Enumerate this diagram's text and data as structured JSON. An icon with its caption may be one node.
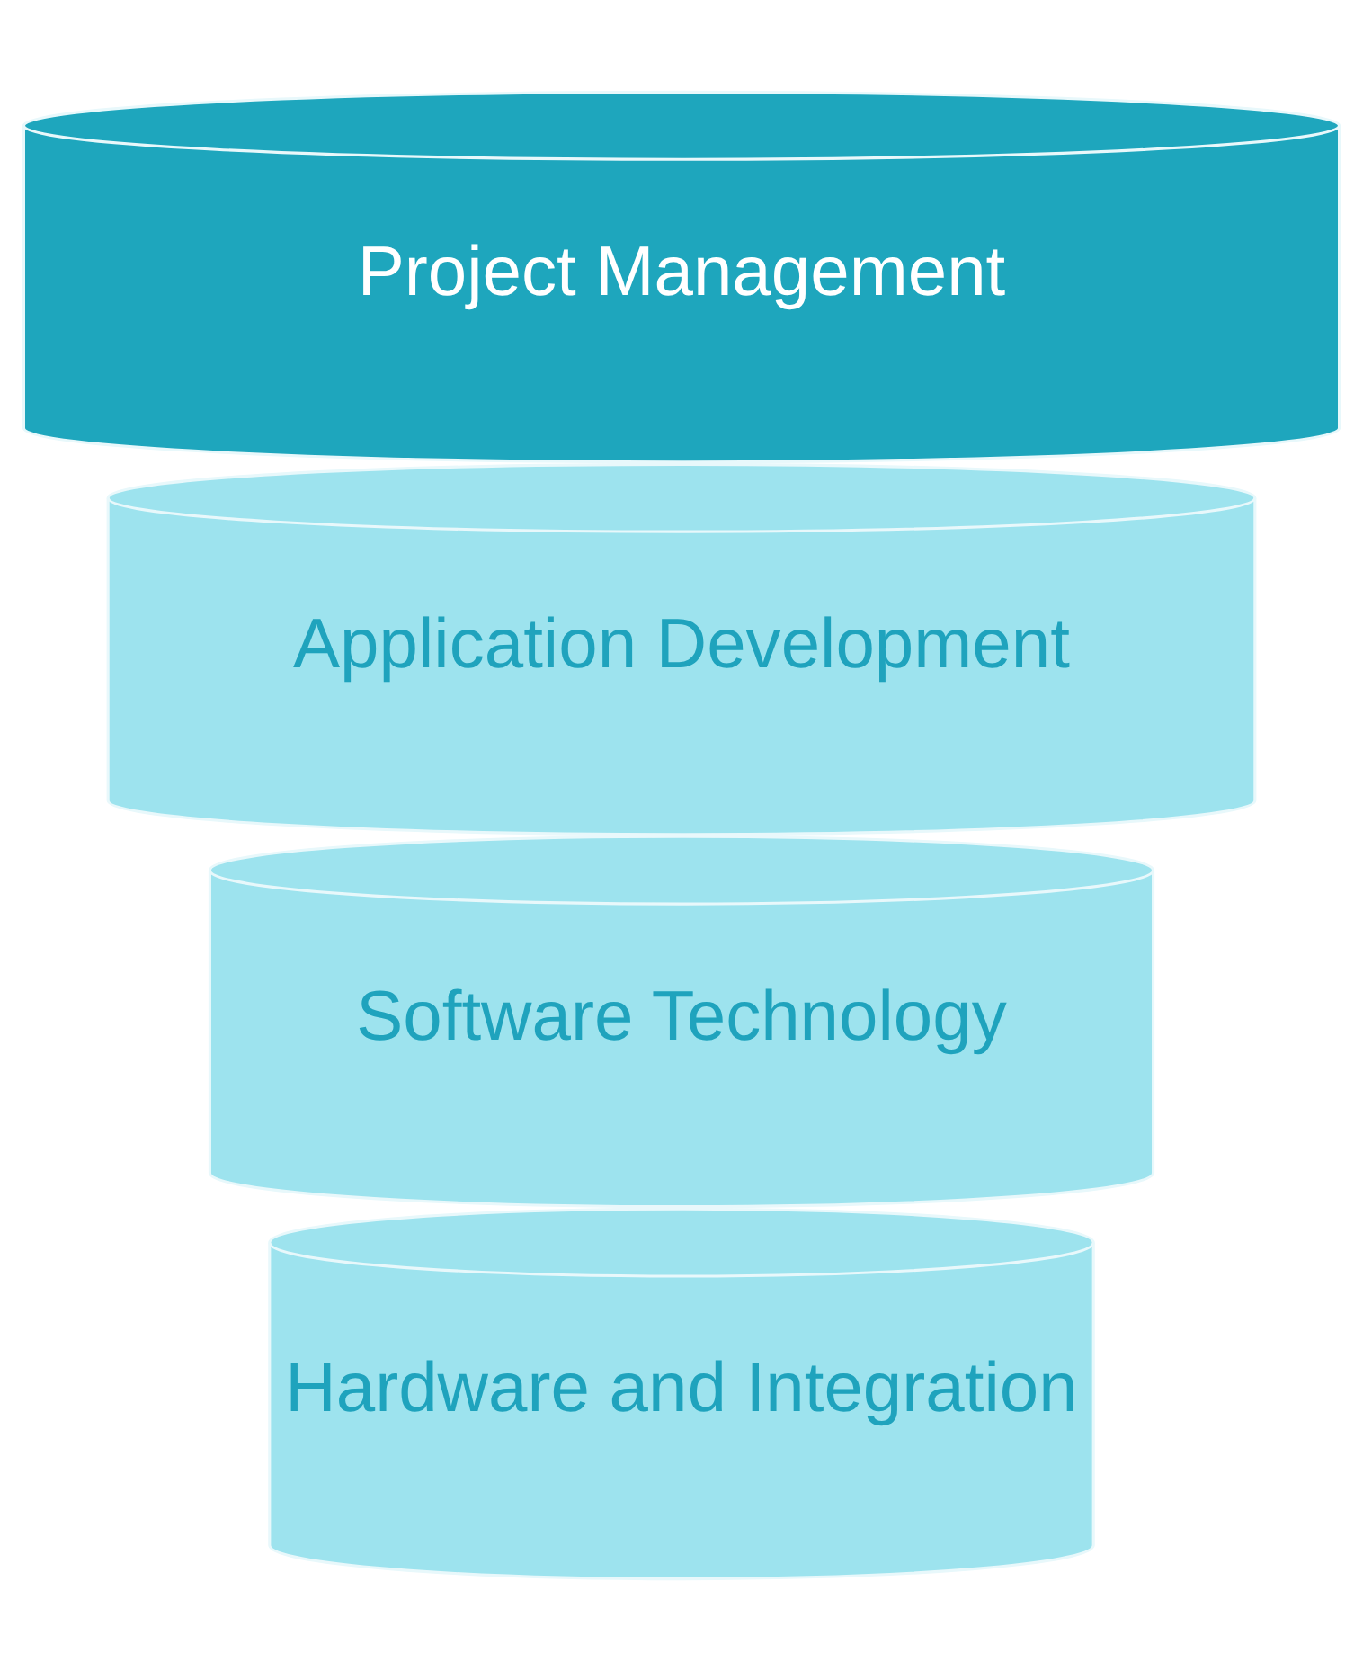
{
  "diagram": {
    "nodes": [
      {
        "text": [
          "Hardware and Integration"
        ]
      },
      {
        "text": [
          "Software Technology"
        ]
      },
      {
        "text": [
          "Application Development"
        ]
      },
      {
        "text": [
          "Project Management"
        ]
      }
    ]
  }
}
